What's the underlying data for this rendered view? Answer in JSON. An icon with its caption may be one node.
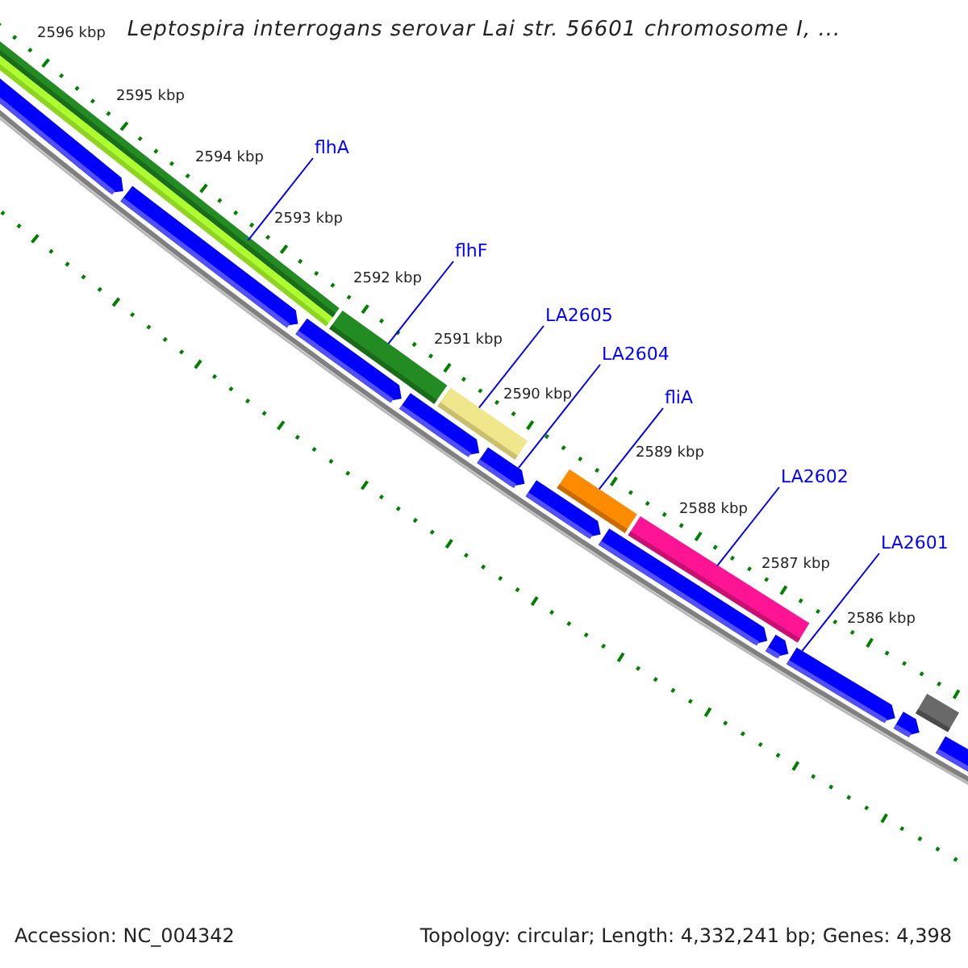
{
  "diagram": {
    "title": "Leptospira interrogans serovar Lai str. 56601 chromosome I, ...",
    "nodes": [
      {
        "text": [
          "flhA"
        ]
      },
      {
        "text": [
          "flhF"
        ]
      },
      {
        "text": [
          "LA2605"
        ]
      },
      {
        "text": [
          "LA2604"
        ]
      },
      {
        "text": [
          "fliA"
        ]
      },
      {
        "text": [
          "LA2602"
        ]
      },
      {
        "text": [
          "LA2601"
        ]
      },
      {
        "text": [],
        "shape": "bar"
      },
      {
        "text": [],
        "shape": "bar"
      },
      {
        "text": [],
        "shape": "bar"
      },
      {
        "text": [],
        "shape": "bar"
      },
      {
        "text": [],
        "shape": "bar"
      },
      {
        "text": [],
        "shape": "bar"
      },
      {
        "text": [],
        "shape": "bar"
      },
      {
        "text": [],
        "shape": "pentagon"
      },
      {
        "text": [],
        "shape": "pentagon"
      },
      {
        "text": [],
        "shape": "pentagon"
      },
      {
        "text": [],
        "shape": "pentagon"
      },
      {
        "text": [],
        "shape": "pentagon"
      },
      {
        "text": [],
        "shape": "pentagon"
      },
      {
        "text": [],
        "shape": "pentagon"
      },
      {
        "text": [],
        "shape": "pentagon"
      },
      {
        "text": [],
        "shape": "pentagon"
      },
      {
        "text": [],
        "shape": "pentagon"
      },
      {
        "text": [],
        "shape": "pentagon"
      }
    ],
    "edges": [
      {
        "from": 0,
        "to": 7,
        "arrow": "none"
      },
      {
        "from": 1,
        "to": 9,
        "arrow": "none"
      },
      {
        "from": 2,
        "to": 10,
        "arrow": "none"
      },
      {
        "from": 3,
        "to": 18,
        "arrow": "none"
      },
      {
        "from": 4,
        "to": 11,
        "arrow": "none"
      },
      {
        "from": 5,
        "to": 12,
        "arrow": "none"
      },
      {
        "from": 6,
        "to": 22,
        "arrow": "none"
      }
    ],
    "labels": [
      "2596 kbp",
      "2595 kbp",
      "2594 kbp",
      "2593 kbp",
      "2592 kbp",
      "2591 kbp",
      "2590 kbp",
      "2589 kbp",
      "2588 kbp",
      "2587 kbp",
      "2586 kbp",
      "Accession: NC_004342",
      "Topology: circular; Length: 4,332,241 bp; Genes: 4,398"
    ]
  }
}
